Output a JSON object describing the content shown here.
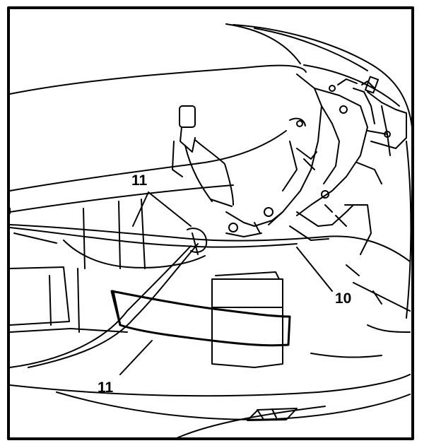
{
  "callouts": {
    "harness_top": "11",
    "bracket": "10",
    "harness_bottom": "11"
  },
  "colors": {
    "ink": "#000000",
    "paper": "#ffffff"
  }
}
